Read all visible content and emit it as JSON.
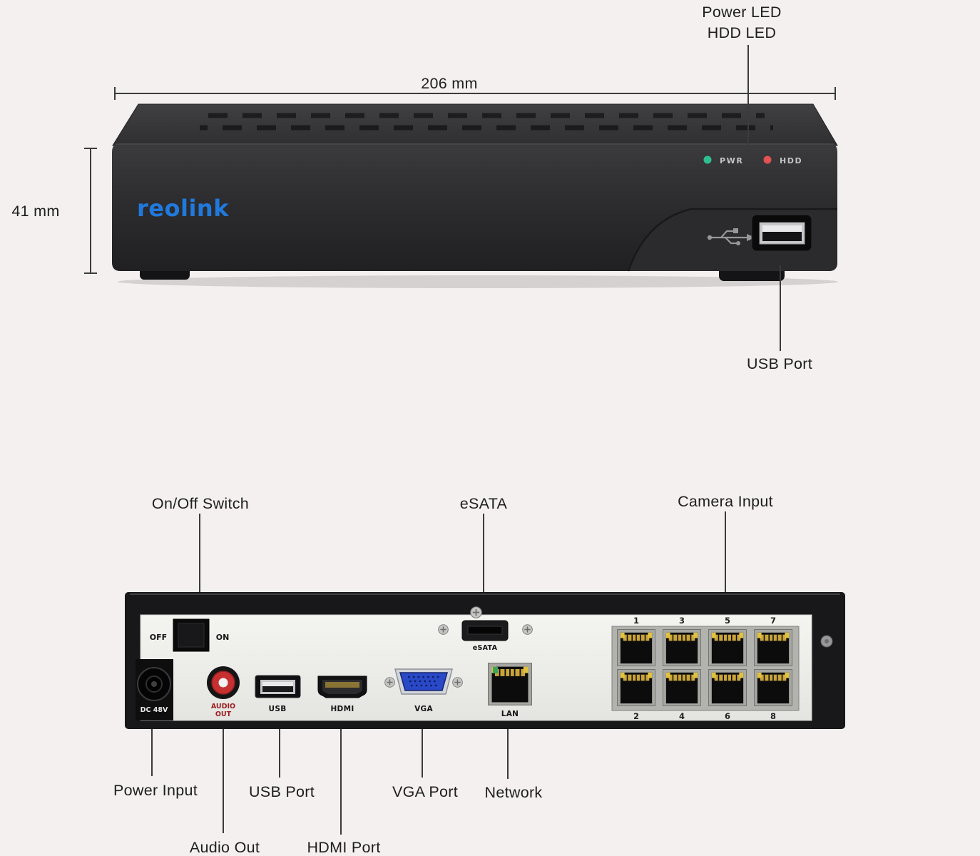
{
  "front": {
    "callouts": {
      "power_led": "Power LED",
      "hdd_led": "HDD LED",
      "usb_port": "USB Port"
    },
    "dimensions": {
      "width": "206 mm",
      "height": "41 mm"
    },
    "device": {
      "brand": "reolink",
      "pwr": "PWR",
      "hdd": "HDD"
    }
  },
  "rear": {
    "callouts_top": {
      "on_off": "On/Off Switch",
      "esata": "eSATA",
      "camera_input": "Camera Input"
    },
    "callouts_bottom": {
      "power_input": "Power Input",
      "usb_port": "USB Port",
      "vga_port": "VGA Port",
      "network": "Network",
      "audio_out": "Audio Out",
      "hdmi_port": "HDMI Port"
    },
    "ports": {
      "off": "OFF",
      "on": "ON",
      "dc": "DC 48V",
      "audio_line1": "AUDIO",
      "audio_line2": "OUT",
      "usb": "USB",
      "hdmi": "HDMI",
      "esata": "eSATA",
      "vga": "VGA",
      "lan": "LAN",
      "cam_top": [
        "1",
        "3",
        "5",
        "7"
      ],
      "cam_bottom": [
        "2",
        "4",
        "6",
        "8"
      ]
    }
  },
  "colors": {
    "background": "#f5f0f0",
    "brand_blue": "#2079dd",
    "led_green": "#2fbf8f",
    "led_red": "#e25252",
    "audio_red": "#c63030",
    "vga_blue": "#2a49c8"
  }
}
